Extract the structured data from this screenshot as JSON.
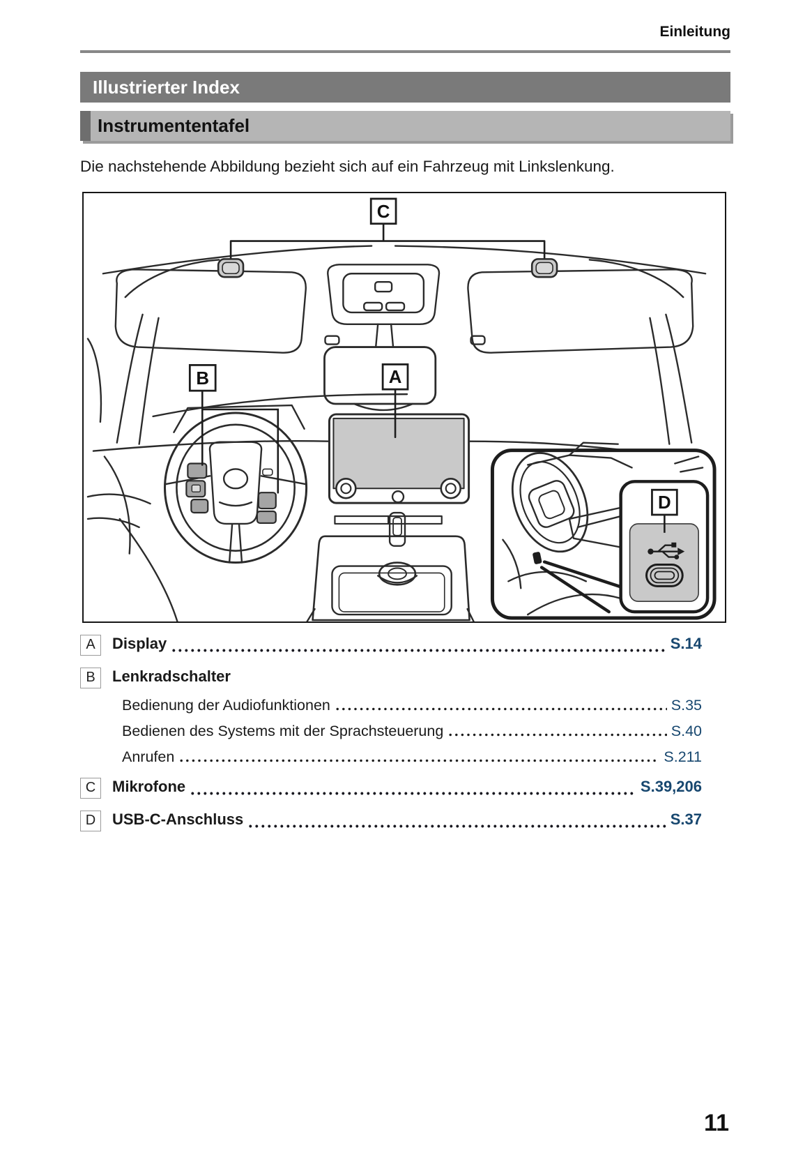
{
  "header": {
    "section": "Einleitung"
  },
  "banners": {
    "chapter": "Illustrierter Index",
    "section": "Instrumententafel"
  },
  "intro": "Die nachstehende Abbildung bezieht sich auf ein Fahrzeug mit Linkslenkung.",
  "figure": {
    "description": "Fahrzeug-Instrumententafel mit Positionsmarkierungen",
    "callouts": {
      "a": "A",
      "b": "B",
      "c": "C",
      "d": "D"
    },
    "icons": [
      "usb-symbol",
      "usb-c-port",
      "microphone-left",
      "microphone-right"
    ]
  },
  "index": {
    "entries": [
      {
        "letter": "A",
        "label": "Display",
        "ref": "S.14"
      },
      {
        "letter": "B",
        "label": "Lenkradschalter",
        "ref": "",
        "children": [
          {
            "label": "Bedienung der Audiofunktionen",
            "ref": "S.35"
          },
          {
            "label": "Bedienen des Systems mit der Sprachsteuerung",
            "ref": "S.40"
          },
          {
            "label": "Anrufen",
            "ref": "S.211"
          }
        ]
      },
      {
        "letter": "C",
        "label": "Mikrofone",
        "ref": "S.39,206"
      },
      {
        "letter": "D",
        "label": "USB-C-Anschluss",
        "ref": "S.37"
      }
    ]
  },
  "footer": {
    "page_number": "11"
  },
  "colors": {
    "ref_blue": "#17476f",
    "banner_dark": "#7a7a7a",
    "banner_light": "#b5b5b5",
    "banner_accent": "#6e6e6e",
    "rule_gray": "#878787",
    "figure_gray": "#c9c9c9"
  }
}
